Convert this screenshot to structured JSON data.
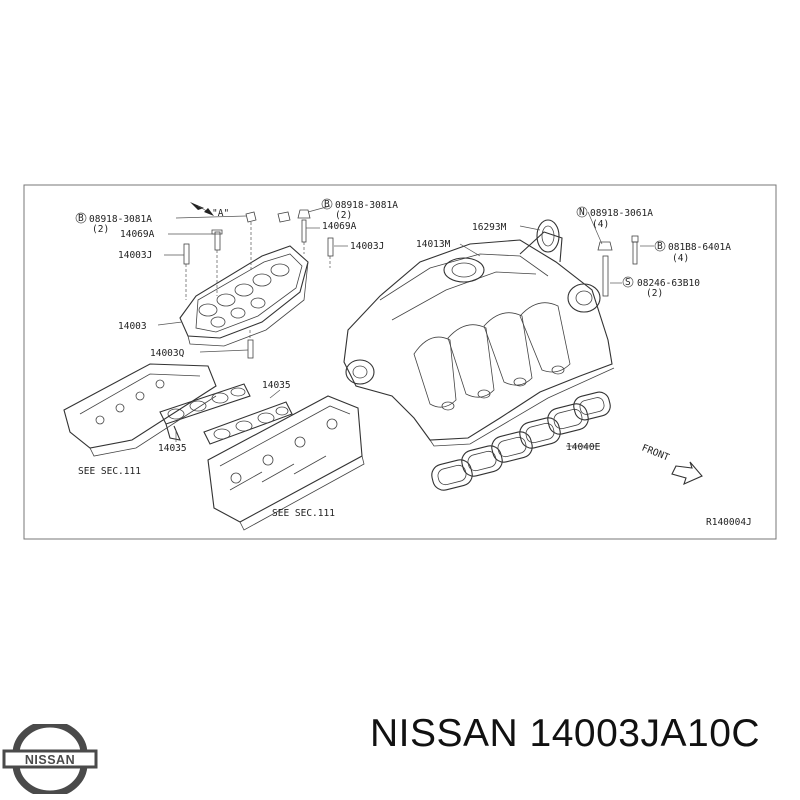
{
  "diagram": {
    "labels": {
      "bolt_b_top": "B",
      "ref_08918_3081A_left": "08918-3081A",
      "qty_2_left": "(2)",
      "view_a": "\"A\"",
      "ref_14069A_left": "14069A",
      "ref_14003J_left": "14003J",
      "ref_14003": "14003",
      "ref_14003Q": "14003Q",
      "ref_14035_upper": "14035",
      "ref_14035_lower": "14035",
      "see_sec_left": "SEE SEC.111",
      "see_sec_right": "SEE SEC.111",
      "bolt_b_mid": "B",
      "ref_08918_3081A_mid": "08918-3081A",
      "qty_2_mid": "(2)",
      "ref_14069A_mid": "14069A",
      "ref_14003J_mid": "14003J",
      "ref_16293M": "16293M",
      "ref_14013M": "14013M",
      "bolt_n_right": "N",
      "ref_08918_3061A": "08918-3061A",
      "qty_4_top": "(4)",
      "bolt_b_right": "B",
      "ref_081B8_6401A": "081B8-6401A",
      "qty_4_right": "(4)",
      "bolt_s_right": "S",
      "ref_08246_63B10": "08246-63B10",
      "qty_2_right": "(2)",
      "ref_14040E": "14040E",
      "front": "FRONT",
      "diagram_id": "R140004J"
    }
  },
  "caption": {
    "brand": "NISSAN",
    "part_number": "14003JA10C"
  },
  "logo": {
    "text": "NISSAN",
    "color": "#4a4a4a"
  }
}
